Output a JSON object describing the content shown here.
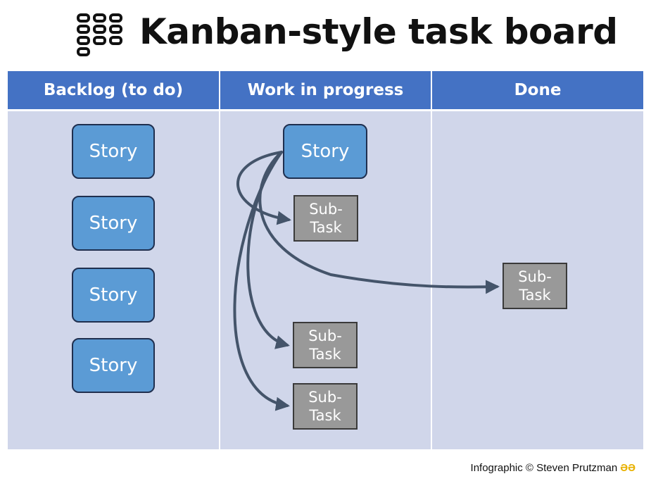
{
  "header": {
    "title": "Kanban-style task board",
    "logo_icon": "kanban-grid-icon"
  },
  "columns": [
    {
      "label": "Backlog (to do)"
    },
    {
      "label": "Work in progress"
    },
    {
      "label": "Done"
    }
  ],
  "backlog": {
    "stories": [
      "Story",
      "Story",
      "Story",
      "Story"
    ]
  },
  "in_progress": {
    "story": "Story",
    "subtasks": [
      "Sub-Task",
      "Sub-Task",
      "Sub-Task"
    ]
  },
  "done": {
    "subtasks": [
      "Sub-Task"
    ]
  },
  "footer": {
    "credit": "Infographic © Steven Prutzman",
    "credit_mark": "ƏƏ"
  },
  "colors": {
    "header_blue": "#4472c4",
    "board_bg": "#d0d6ea",
    "story_fill": "#5b9bd5",
    "subtask_fill": "#999999",
    "arrow": "#44546a"
  }
}
